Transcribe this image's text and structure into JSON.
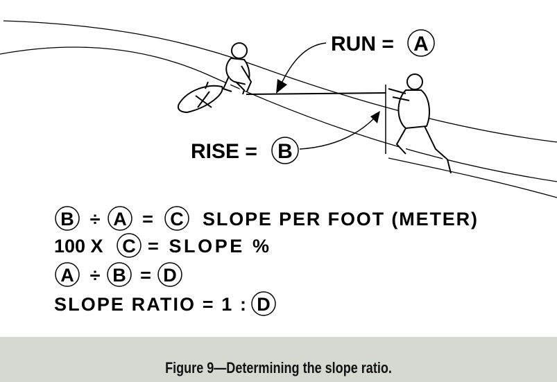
{
  "labels": {
    "run": "RUN =",
    "run_var": "A",
    "rise": "RISE =",
    "rise_var": "B"
  },
  "formulas": {
    "line1": {
      "a": "B",
      "op": "÷",
      "b": "A",
      "eq": "=",
      "c": "C",
      "text": "SLOPE PER FOOT (METER)"
    },
    "line2": {
      "pre": "100 X",
      "c": "C",
      "text": "= SLOPE %"
    },
    "line3": {
      "a": "A",
      "op": "÷",
      "b": "B",
      "eq": "=",
      "c": "D"
    },
    "line4": {
      "text": "SLOPE RATIO = 1 :",
      "c": "D"
    }
  },
  "caption": "Figure 9—Determining the slope ratio."
}
